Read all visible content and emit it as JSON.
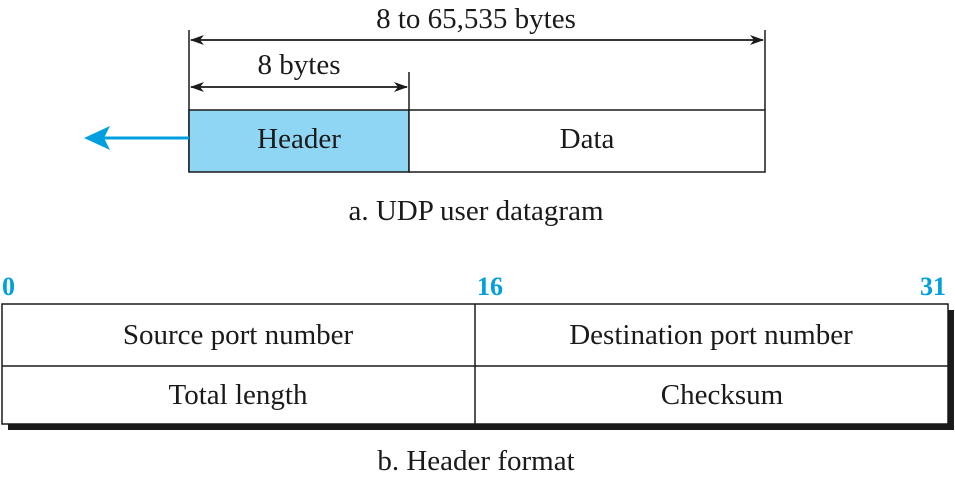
{
  "colors": {
    "accent": "#00a0e0",
    "header_fill": "#8fd6f4",
    "stroke": "#1a1a1a",
    "shadow": "#1a1a1a"
  },
  "datagram": {
    "total_label": "8 to 65,535 bytes",
    "header_size_label": "8 bytes",
    "header_label": "Header",
    "data_label": "Data",
    "caption": "a. UDP user datagram",
    "direction_icon": "arrow-left-icon"
  },
  "header_format": {
    "bit_start": "0",
    "bit_mid": "16",
    "bit_end": "31",
    "fields": {
      "source_port": "Source port number",
      "destination_port": "Destination port number",
      "total_length": "Total length",
      "checksum": "Checksum"
    },
    "caption": "b. Header format"
  }
}
